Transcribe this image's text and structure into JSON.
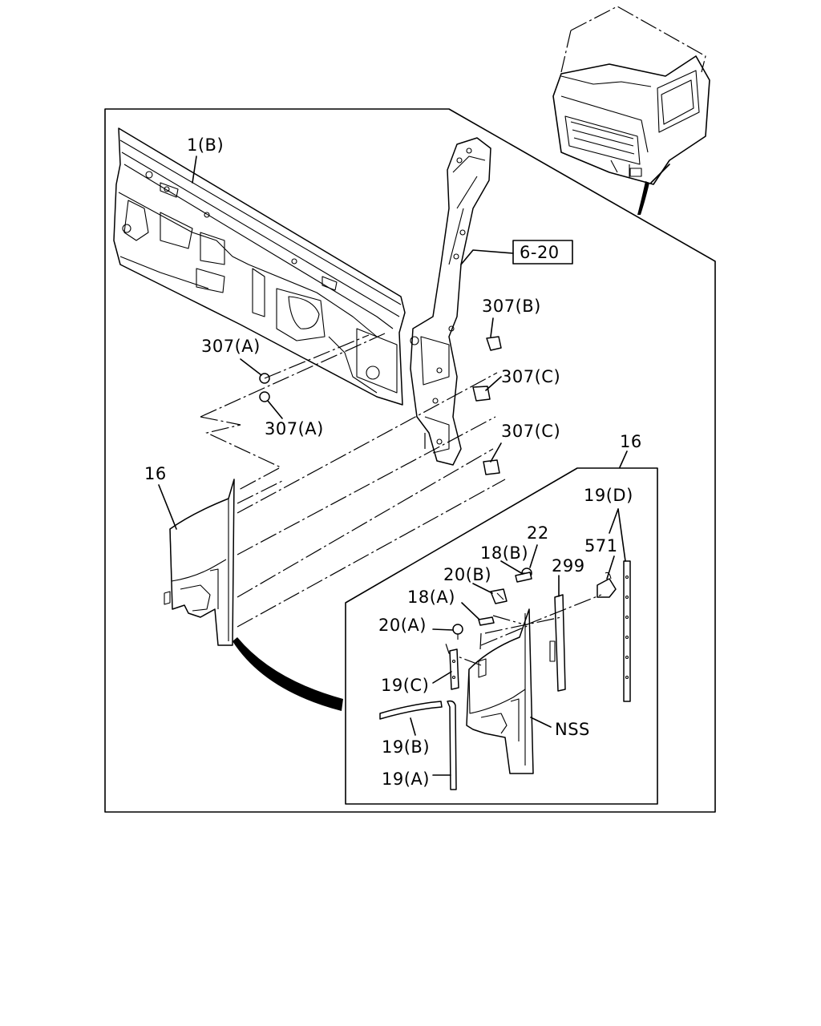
{
  "callouts": {
    "p1b": "1(B)",
    "ref620": "6-20",
    "p307b": "307(B)",
    "p307a_top": "307(A)",
    "p307c_top": "307(C)",
    "p307a_bot": "307(A)",
    "p307c_bot": "307(C)",
    "p16_left": "16",
    "p16_right": "16",
    "p19d": "19(D)",
    "p22": "22",
    "p571": "571",
    "p18b": "18(B)",
    "p299": "299",
    "p20b": "20(B)",
    "p18a": "18(A)",
    "p20a": "20(A)",
    "p19c": "19(C)",
    "nss": "NSS",
    "p19b": "19(B)",
    "p19a": "19(A)"
  },
  "icons": [
    "truck-cab-icon",
    "detail-arrow"
  ]
}
